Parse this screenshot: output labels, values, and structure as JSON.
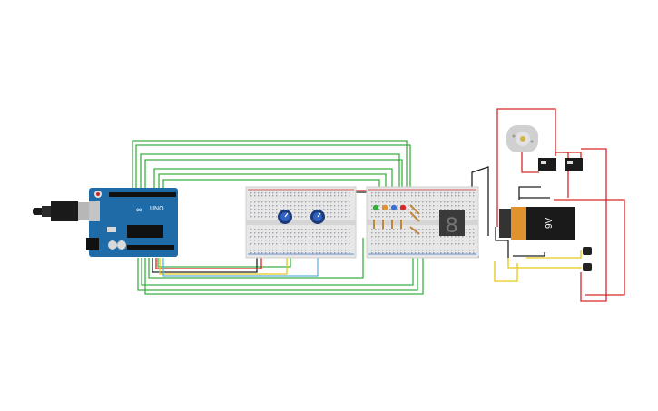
{
  "components": {
    "arduino": {
      "icon": "arduino-uno-board",
      "label": "UNO",
      "brand": "∞"
    },
    "usb_cable": {
      "icon": "usb-cable"
    },
    "breadboard_left": {
      "icon": "breadboard",
      "potentiometers": 2
    },
    "breadboard_right": {
      "icon": "breadboard",
      "leds": [
        "green",
        "orange",
        "blue",
        "red"
      ]
    },
    "seven_segment": {
      "icon": "seven-segment-display",
      "digit": "8"
    },
    "battery": {
      "label": "9V",
      "icon": "battery-9v"
    },
    "dc_motor": {
      "icon": "dc-motor"
    },
    "relays": {
      "icon": "relay",
      "count": 2
    },
    "transistors": {
      "icon": "transistor",
      "count": 2
    }
  },
  "colors": {
    "wire_green": "#3cb043",
    "wire_red": "#d62828",
    "wire_black": "#222222",
    "wire_yellow": "#e6c619",
    "wire_blue": "#5bb5e0",
    "arduino_blue": "#1e6ba8",
    "breadboard": "#e7e7e7",
    "battery_orange": "#e0922e"
  }
}
